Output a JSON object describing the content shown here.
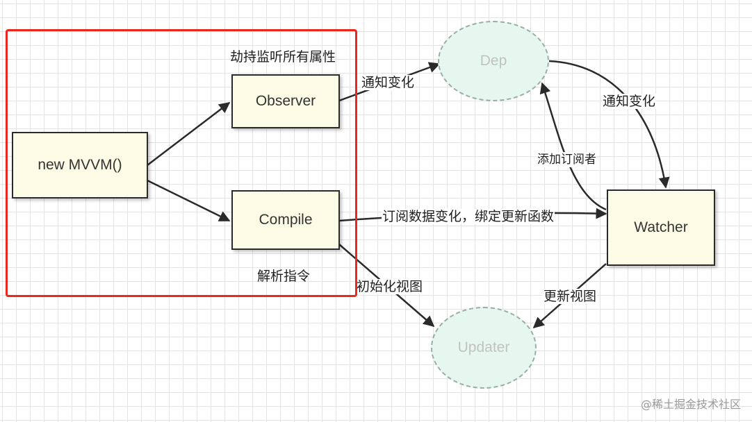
{
  "nodes": {
    "new_mvvm": "new MVVM()",
    "observer": "Observer",
    "compile": "Compile",
    "dep": "Dep",
    "watcher": "Watcher",
    "updater": "Updater"
  },
  "labels": {
    "hijack": "劫持监听所有属性",
    "notify_change_observer": "通知变化",
    "notify_change_dep": "通知变化",
    "add_subscriber": "添加订阅者",
    "subscribe_bind": "订阅数据变化，绑定更新函数",
    "parse_directives": "解析指令",
    "init_view": "初始化视图",
    "update_view": "更新视图"
  },
  "watermark": "@稀土掘金技术社区",
  "colors": {
    "box_fill": "#fcfce6",
    "ellipse_fill": "#e6f7f0",
    "ellipse_stroke": "#9aaea5",
    "highlight": "#e8271f",
    "grid": "#e3e3e3"
  }
}
